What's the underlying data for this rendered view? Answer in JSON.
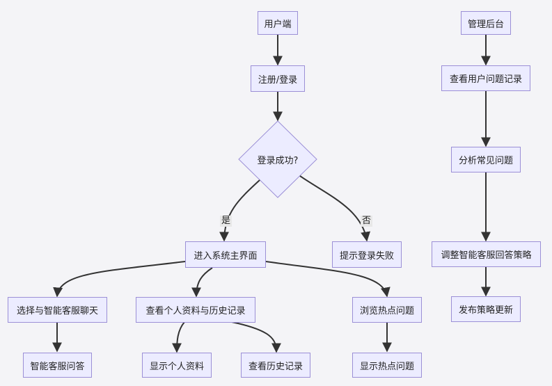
{
  "nodes": {
    "user_end": "用户端",
    "register_login": "注册/登录",
    "login_success": "登录成功?",
    "enter_main": "进入系统主界面",
    "login_failed": "提示登录失败",
    "chat_with_ai": "选择与智能客服聊天",
    "view_profile_history": "查看个人资料与历史记录",
    "browse_hot": "浏览热点问题",
    "ai_qa": "智能客服问答",
    "show_profile": "显示个人资料",
    "view_history": "查看历史记录",
    "show_hot": "显示热点问题",
    "admin": "管理后台",
    "view_user_records": "查看用户问题记录",
    "analyze_common": "分析常见问题",
    "adjust_strategy": "调整智能客服回答策略",
    "publish_update": "发布策略更新"
  },
  "edge_labels": {
    "yes": "是",
    "no": "否"
  },
  "colors": {
    "node_fill": "#ececff",
    "node_border": "#9b8fd6",
    "edge": "#333333",
    "background": "#f4f4f7"
  }
}
